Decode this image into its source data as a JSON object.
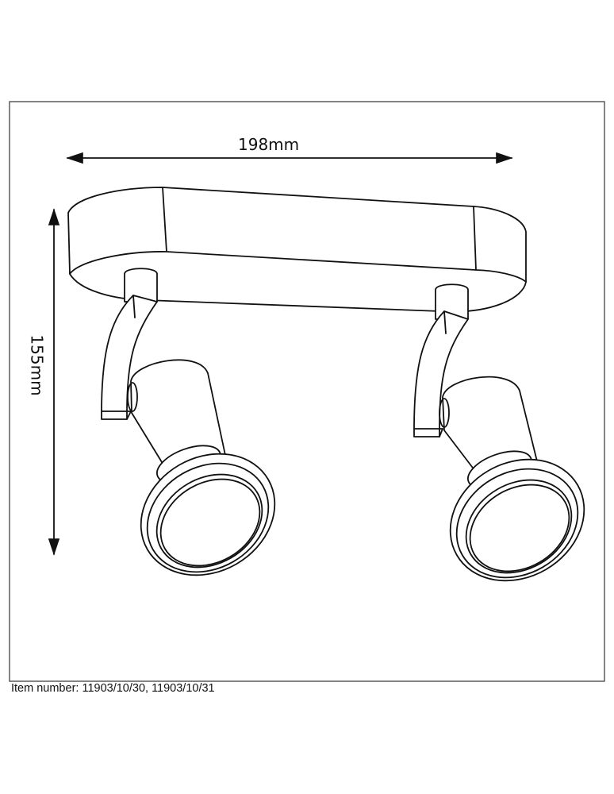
{
  "dimensions": {
    "width_label": "198mm",
    "height_label": "155mm"
  },
  "footer": {
    "item_number": "Item number:  11903/10/30, 11903/10/31"
  },
  "colors": {
    "line": "#111111",
    "background": "#ffffff"
  }
}
